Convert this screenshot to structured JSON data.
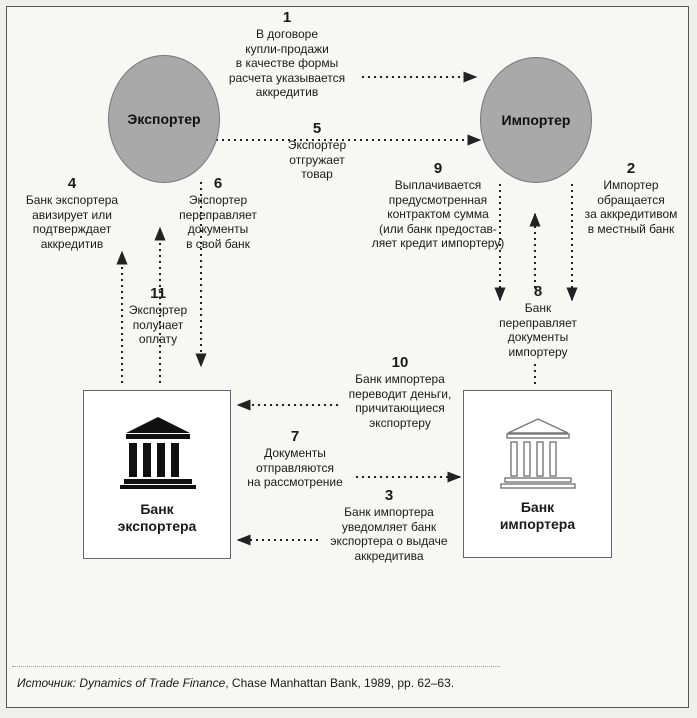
{
  "nodes": {
    "exporter": "Экспортер",
    "importer": "Импортер",
    "exporter_bank": [
      "Банк",
      "экспортера"
    ],
    "importer_bank": [
      "Банк",
      "импортера"
    ]
  },
  "steps": [
    {
      "num": "1",
      "lines": [
        "В договоре",
        "купли-продажи",
        "в качестве формы",
        "расчета указывается",
        "аккредитив"
      ]
    },
    {
      "num": "2",
      "lines": [
        "Импортер",
        "обращается",
        "за аккредитивом",
        "в местный банк"
      ]
    },
    {
      "num": "3",
      "lines": [
        "Банк импортера",
        "уведомляет банк",
        "экспортера о выдаче",
        "аккредитива"
      ]
    },
    {
      "num": "4",
      "lines": [
        "Банк экспортера",
        "авизирует или",
        "подтверждает",
        "аккредитив"
      ]
    },
    {
      "num": "5",
      "lines": [
        "Экспортер",
        "отгружает",
        "товар"
      ]
    },
    {
      "num": "6",
      "lines": [
        "Экспортер",
        "переправляет",
        "документы",
        "в свой банк"
      ]
    },
    {
      "num": "7",
      "lines": [
        "Документы",
        "отправляются",
        "на рассмотрение"
      ]
    },
    {
      "num": "8",
      "lines": [
        "Банк",
        "переправляет",
        "документы",
        "импортеру"
      ]
    },
    {
      "num": "9",
      "lines": [
        "Выплачивается",
        "предусмотренная",
        "контрактом сумма",
        "(или банк предостав-",
        "ляет кредит импортеру)"
      ]
    },
    {
      "num": "10",
      "lines": [
        "Банк импортера",
        "переводит деньги,",
        "причитающиеся",
        "экспортеру"
      ]
    },
    {
      "num": "11",
      "lines": [
        "Экспортер",
        "получает",
        "оплату"
      ]
    }
  ],
  "source": {
    "label": "Источник:",
    "title": "Dynamics of Trade Finance",
    "rest": ", Chase Manhattan Bank, 1989, pp. 62–63."
  },
  "colors": {
    "ellipse_fill": "#a9a9a9",
    "arrow": "#222222",
    "bank_icon_exporter": "#111111",
    "bank_icon_importer": "#888888"
  }
}
